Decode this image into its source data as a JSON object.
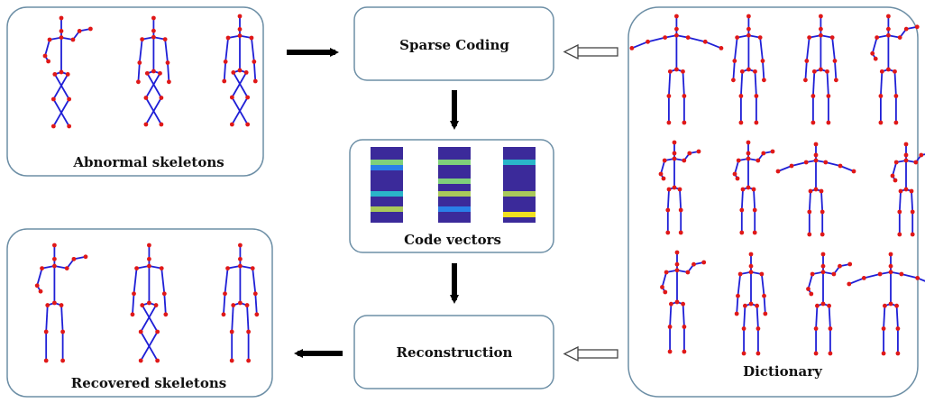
{
  "labels": {
    "sparse_coding": "Sparse Coding",
    "code_vectors": "Code vectors",
    "reconstruction": "Reconstruction",
    "abnormal": "Abnormal skeletons",
    "recovered": "Recovered skeletons",
    "dictionary": "Dictionary"
  },
  "colors": {
    "box_stroke": "#6d8fa6",
    "bone": "#1f1fd6",
    "joint": "#e01818",
    "code_bg": "#3b2a9a",
    "code_cyan": "#2ab5c9",
    "code_green": "#7fd07a",
    "code_olive": "#a9c95a",
    "code_blue": "#2a7fe8",
    "code_yellow": "#f0e020"
  },
  "code_vectors": [
    [
      "code_green",
      "code_blue",
      "code_cyan",
      "code_olive"
    ],
    [
      "code_green",
      "code_green",
      "code_olive",
      "code_blue"
    ],
    [
      "code_cyan",
      "code_olive",
      "code_yellow"
    ]
  ]
}
